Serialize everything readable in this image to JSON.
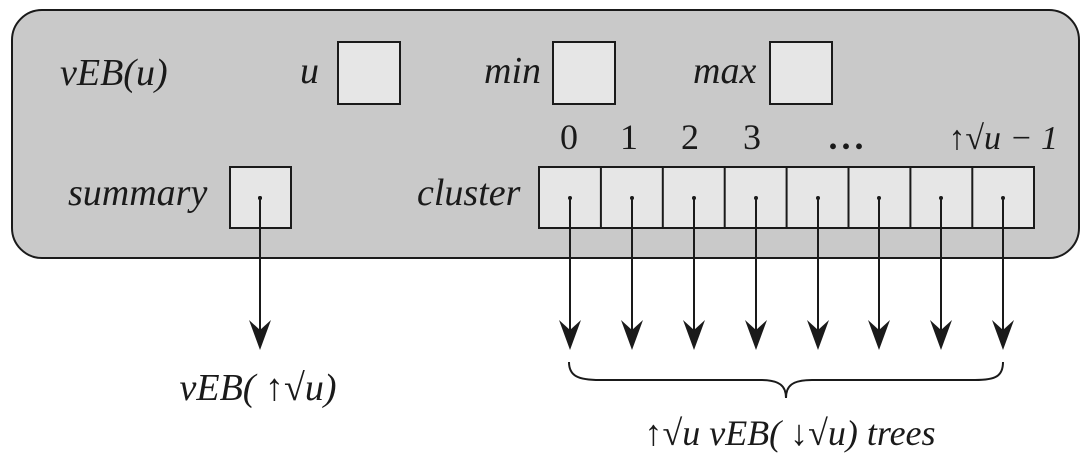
{
  "structure_label": "vEB(u)",
  "fields": {
    "u": "u",
    "min": "min",
    "max": "max",
    "summary": "summary",
    "cluster": "cluster"
  },
  "cluster_indices": [
    "0",
    "1",
    "2",
    "3",
    "...",
    "↑√u − 1"
  ],
  "summary_target_label": "vEB( ↑√u)",
  "clusters_target_label": "↑√u vEB( ↓√u) trees",
  "colors": {
    "panel_fill": "#c9c9c9",
    "cell_fill": "#e6e6e6",
    "stroke": "#1a1a1a"
  }
}
